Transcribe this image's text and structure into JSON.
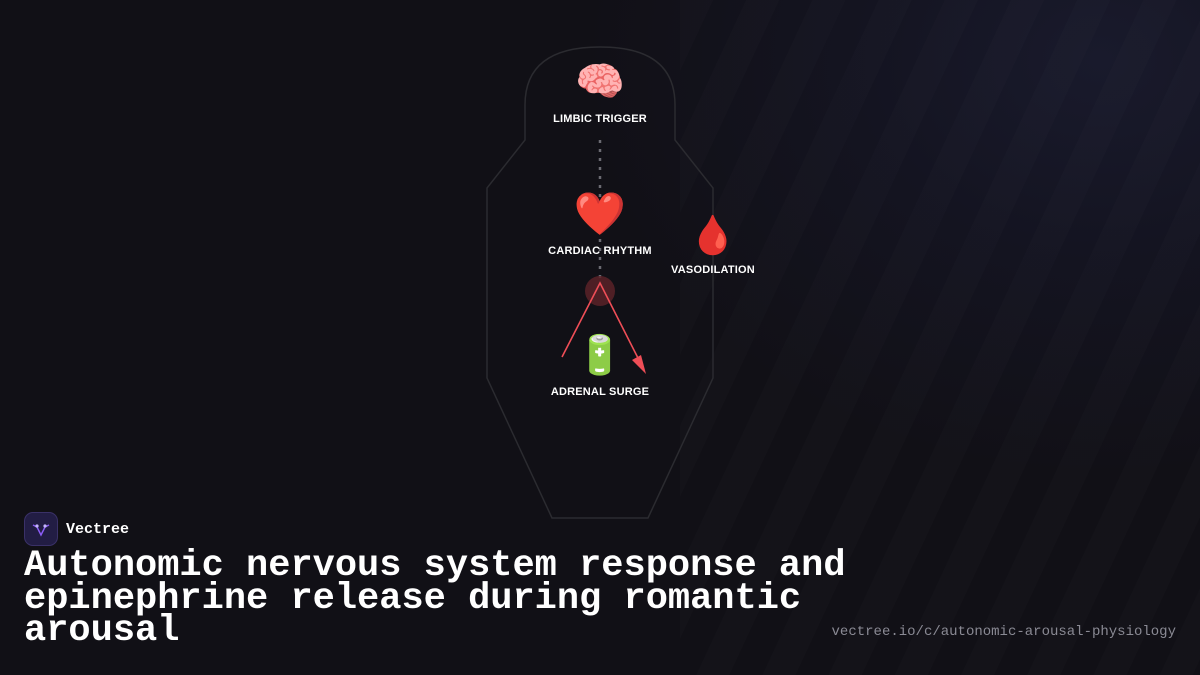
{
  "diagram": {
    "nodes": [
      {
        "id": "limbic",
        "icon": "brain-icon",
        "glyph": "🧠",
        "label": "LIMBIC TRIGGER"
      },
      {
        "id": "cardiac",
        "icon": "heart-icon",
        "glyph": "❤️",
        "label": "CARDIAC RHYTHM"
      },
      {
        "id": "vaso",
        "icon": "blood-drop-icon",
        "glyph": "🩸",
        "label": "VASODILATION"
      },
      {
        "id": "adrenal",
        "icon": "battery-icon",
        "glyph": "🔋",
        "label": "ADRENAL SURGE"
      }
    ],
    "colors": {
      "accent": "#ef4e57",
      "silhouette_stroke": "#2b2b30",
      "connector": "#6b6b72"
    }
  },
  "brand": {
    "name": "Vectree",
    "logo_icon": "vectree-logo-icon"
  },
  "title": "Autonomic nervous system response and epinephrine release during romantic arousal",
  "url": "vectree.io/c/autonomic-arousal-physiology"
}
